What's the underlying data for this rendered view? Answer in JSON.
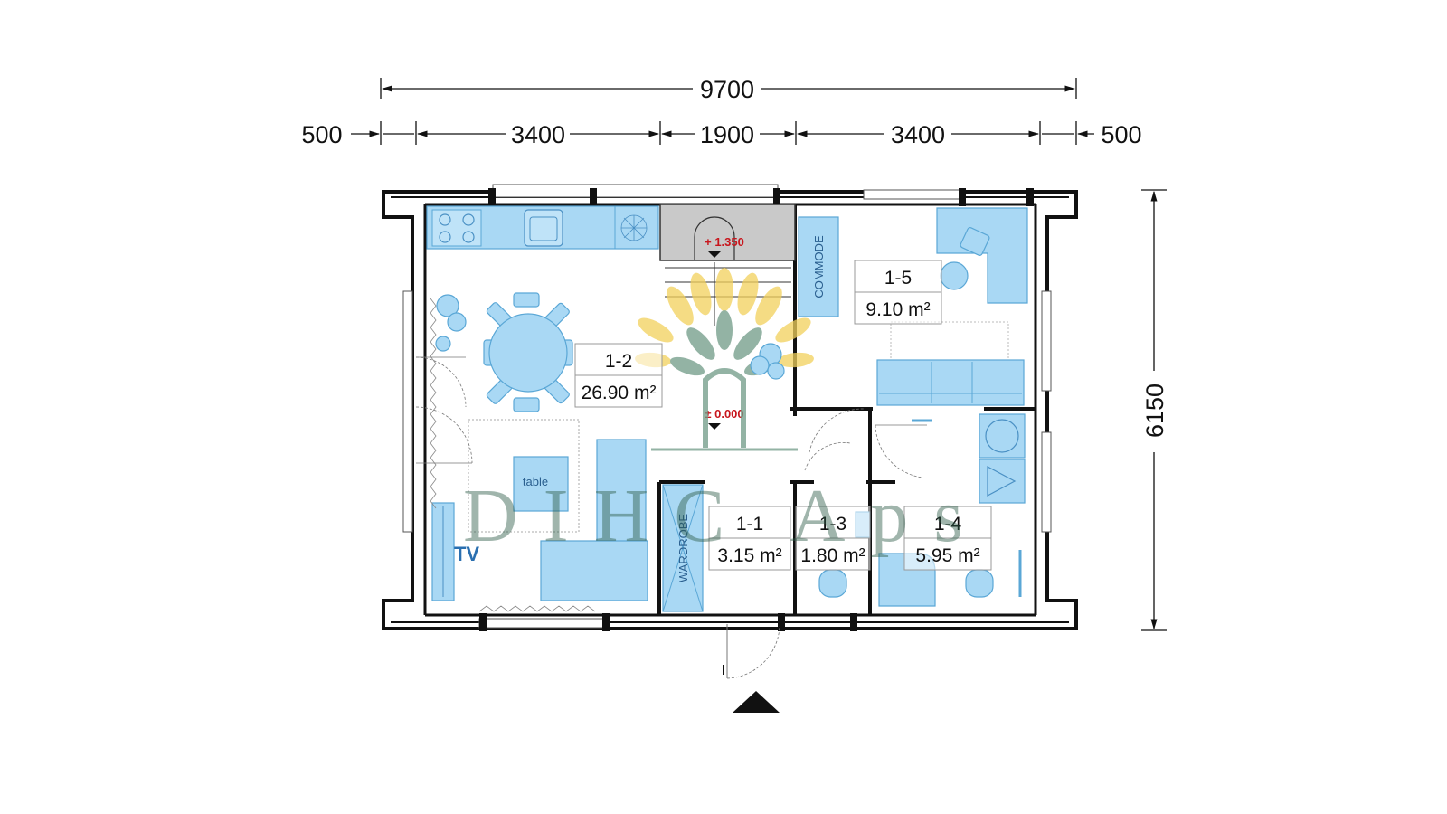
{
  "dimensions": {
    "overall_width": "9700",
    "segments": [
      "500",
      "3400",
      "1900",
      "3400",
      "500"
    ],
    "overall_depth": "6150"
  },
  "rooms": [
    {
      "id": "1-1",
      "area": "3.15 m²"
    },
    {
      "id": "1-2",
      "area": "26.90 m²"
    },
    {
      "id": "1-3",
      "area": "1.80 m²"
    },
    {
      "id": "1-4",
      "area": "5.95 m²"
    },
    {
      "id": "1-5",
      "area": "9.10 m²"
    }
  ],
  "elevations": {
    "upper": "+ 1.350",
    "ground": "± 0.000"
  },
  "furniture_labels": {
    "commode": "COMMODE",
    "wardrobe": "WARDROBE",
    "table": "table",
    "tv": "TV"
  },
  "watermark": "DIHC Aps",
  "colors": {
    "furniture": "#a9d8f4",
    "elevation": "#c8161d",
    "logo_leaf": "#f2d15c",
    "logo_tree": "#6f9a86"
  }
}
